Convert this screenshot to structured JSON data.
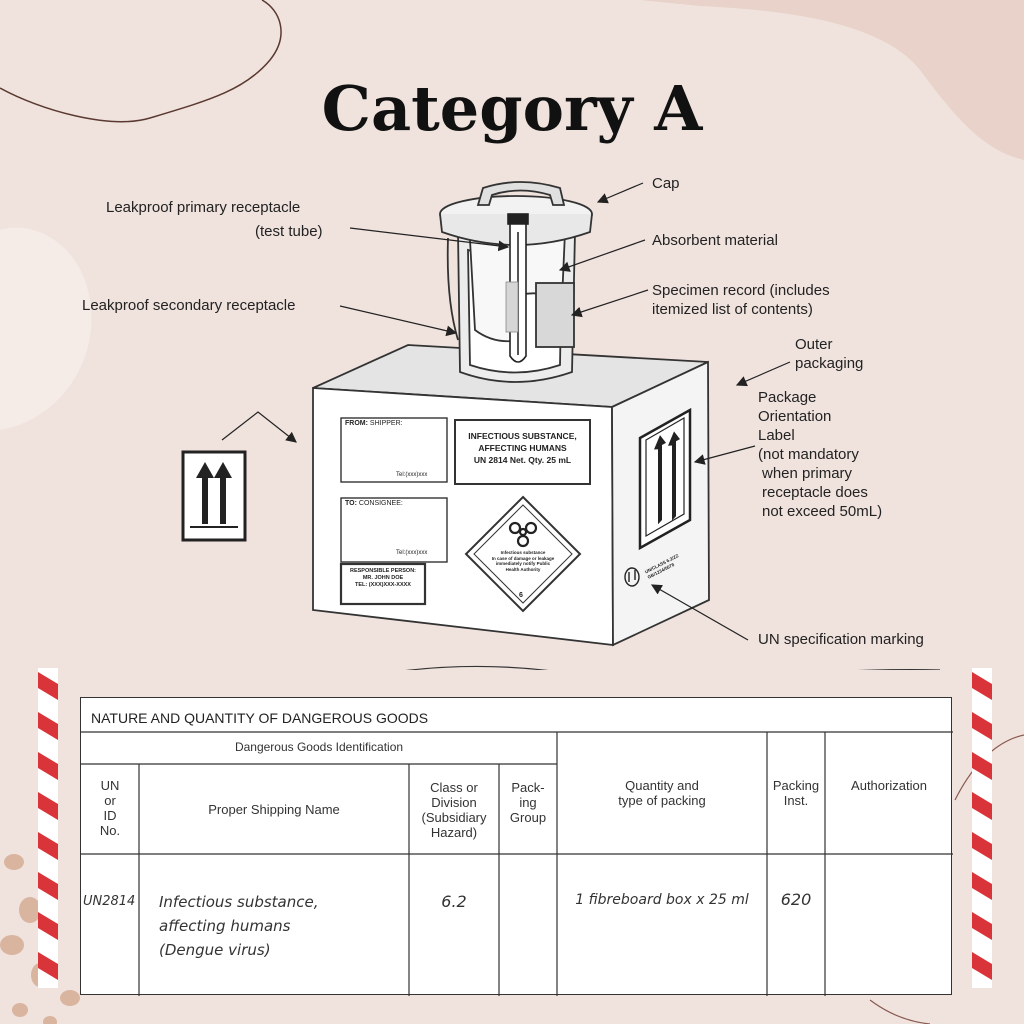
{
  "title": "Category A",
  "labels": {
    "cap": "Cap",
    "primary_1": "Leakproof primary receptacle",
    "primary_2": "(test tube)",
    "absorbent": "Absorbent material",
    "specimen_1": "Specimen record (includes",
    "specimen_2": "itemized list of contents)",
    "secondary": "Leakproof secondary receptacle",
    "outer_1": "Outer",
    "outer_2": "packaging",
    "orient_1": "Package",
    "orient_2": "Orientation",
    "orient_3": "Label",
    "orient_4": "(not mandatory",
    "orient_5": "when primary",
    "orient_6": "receptacle does",
    "orient_7": "not exceed 50mL)",
    "un_spec": "UN specification marking"
  },
  "box": {
    "from": "FROM:",
    "shipper": "SHIPPER:",
    "tel": "Tel:(xxx)xxx",
    "to": "TO:",
    "consignee": "CONSIGNEE:",
    "responsible_1": "RESPONSIBLE PERSON:",
    "responsible_2": "MR. JOHN DOE",
    "responsible_3": "TEL: (XXX)XXX-XXXX",
    "infectious_1": "INFECTIOUS SUBSTANCE,",
    "infectious_2": "AFFECTING HUMANS",
    "infectious_3": "UN 2814   Net. Qty.   25 mL",
    "diamond_1": "Infectious substance",
    "diamond_2": "In case of damage or leakage",
    "diamond_3": "immediately notify Public",
    "diamond_4": "Health Authority",
    "diamond_class": "6",
    "un_mark_1": "UN/CLASS 6.2/ZZ",
    "un_mark_2": "GB/1234/5678"
  },
  "table": {
    "heading": "NATURE AND QUANTITY OF DANGEROUS GOODS",
    "group_header": "Dangerous Goods Identification",
    "col_un": [
      "UN",
      "or",
      "ID",
      "No."
    ],
    "col_name": "Proper Shipping Name",
    "col_class": [
      "Class or",
      "Division",
      "(Subsidiary",
      "Hazard)"
    ],
    "col_pack": [
      "Pack-",
      "ing",
      "Group"
    ],
    "col_qty": [
      "Quantity and",
      "type of packing"
    ],
    "col_inst": [
      "Packing",
      "Inst."
    ],
    "col_auth": "Authorization",
    "row": {
      "un": "UN2814",
      "name_1": "Infectious  substance,",
      "name_2": "affecting  humans",
      "name_3": "(Dengue  virus)",
      "class": "6.2",
      "pack": "",
      "qty": "1 fibreboard box x 25 ml",
      "inst": "620",
      "auth": ""
    }
  },
  "colors": {
    "background": "#f0e3de",
    "stripe_red": "#d8343a",
    "dots": "#d9b49f"
  }
}
